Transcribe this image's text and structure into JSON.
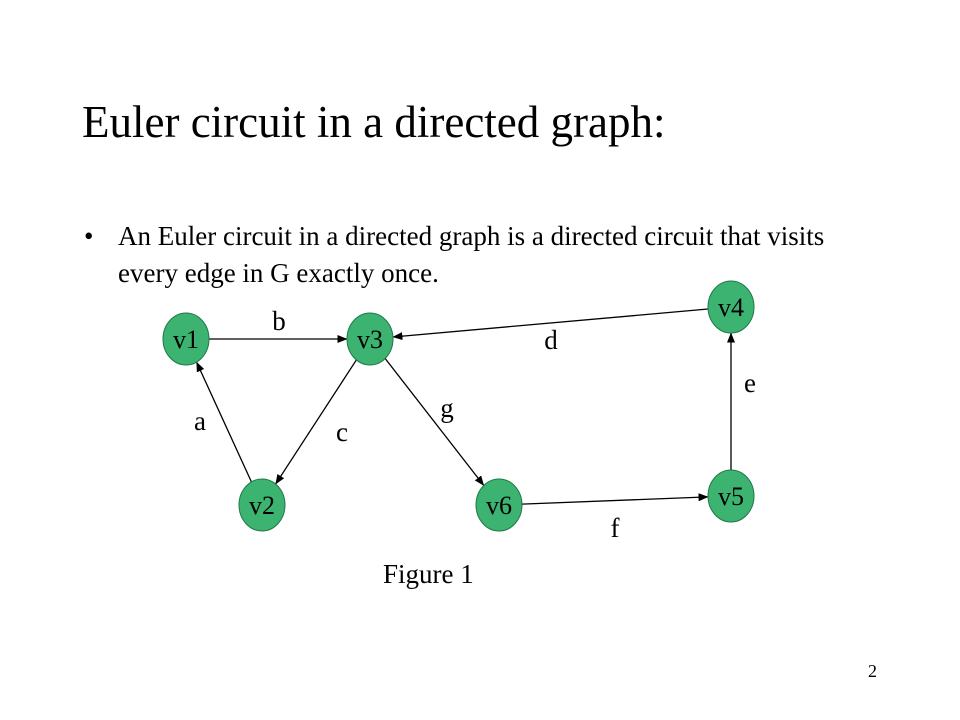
{
  "slide": {
    "title": "Euler circuit in a directed graph:",
    "bullets": [
      {
        "marker": "•",
        "text": "An Euler circuit in a directed graph is a directed circuit that visits every edge in G exactly once."
      }
    ],
    "page_number": "2"
  },
  "figure": {
    "caption": "Figure 1",
    "node_color": "#3cb371",
    "nodes": [
      {
        "id": "v1",
        "label": "v1"
      },
      {
        "id": "v2",
        "label": "v2"
      },
      {
        "id": "v3",
        "label": "v3"
      },
      {
        "id": "v4",
        "label": "v4"
      },
      {
        "id": "v5",
        "label": "v5"
      },
      {
        "id": "v6",
        "label": "v6"
      }
    ],
    "edges": [
      {
        "label": "a",
        "from": "v2",
        "to": "v1"
      },
      {
        "label": "b",
        "from": "v1",
        "to": "v3"
      },
      {
        "label": "c",
        "from": "v3",
        "to": "v2"
      },
      {
        "label": "d",
        "from": "v4",
        "to": "v3"
      },
      {
        "label": "e",
        "from": "v5",
        "to": "v4"
      },
      {
        "label": "f",
        "from": "v6",
        "to": "v5"
      },
      {
        "label": "g",
        "from": "v3",
        "to": "v6"
      }
    ]
  }
}
